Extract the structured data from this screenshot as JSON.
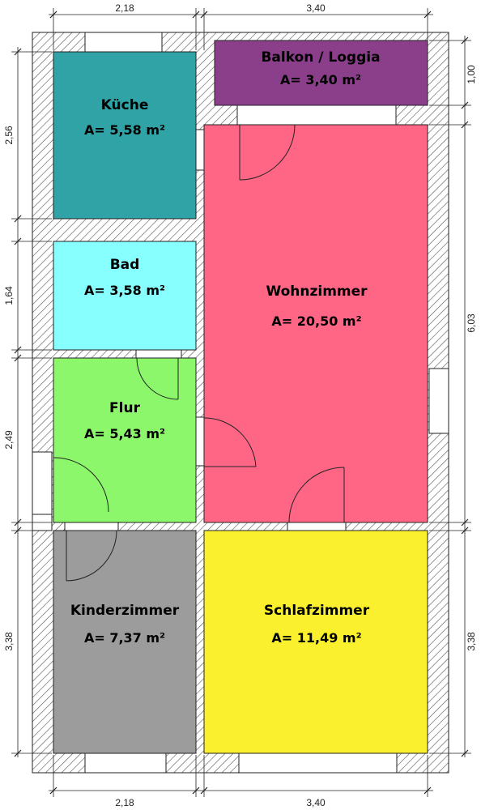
{
  "rooms": {
    "balkon": {
      "name": "Balkon / Loggia",
      "area": "A= 3,40 m²",
      "color": "#8b3f8b"
    },
    "kueche": {
      "name": "Küche",
      "area": "A= 5,58 m²",
      "color": "#30a3a6"
    },
    "bad": {
      "name": "Bad",
      "area": "A= 3,58 m²",
      "color": "#88ffff"
    },
    "flur": {
      "name": "Flur",
      "area": "A= 5,43 m²",
      "color": "#8cf76a"
    },
    "wohnzimmer": {
      "name": "Wohnzimmer",
      "area": "A= 20,50 m²",
      "color": "#ff6685"
    },
    "kinderzimmer": {
      "name": "Kinderzimmer",
      "area": "A= 7,37 m²",
      "color": "#9c9c9c"
    },
    "schlafzimmer": {
      "name": "Schlafzimmer",
      "area": "A= 11,49 m²",
      "color": "#faf02e"
    }
  },
  "dimensions": {
    "top_left": "2,18",
    "top_right": "3,40",
    "bottom_left": "2,18",
    "bottom_right": "3,40",
    "left_kueche": "2,56",
    "left_bad": "1,64",
    "left_flur": "2,49",
    "left_kinderzimmer": "3,38",
    "right_balkon": "1,00",
    "right_wohnzimmer": "6,03",
    "right_schlafzimmer": "3,38"
  }
}
